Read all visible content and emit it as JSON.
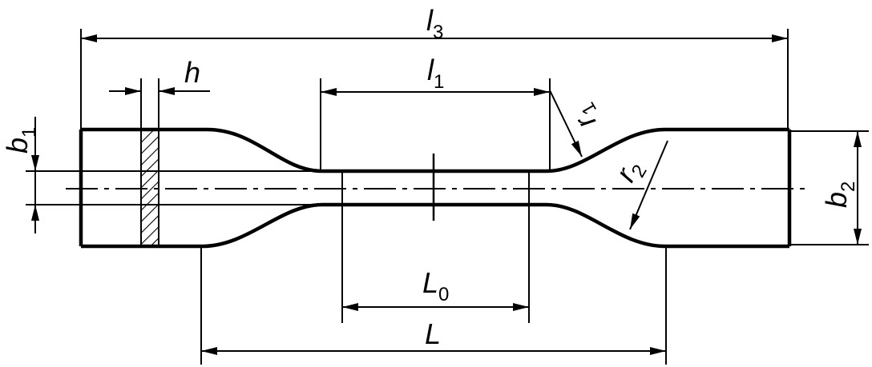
{
  "labels": {
    "l3": {
      "main": "l",
      "sub": "3"
    },
    "l1": {
      "main": "l",
      "sub": "1"
    },
    "h": {
      "main": "h"
    },
    "r1": {
      "main": "r",
      "sub": "1"
    },
    "r2": {
      "main": "r",
      "sub": "2"
    },
    "b1": {
      "main": "b",
      "sub": "1"
    },
    "b2": {
      "main": "b",
      "sub": "2"
    },
    "L0": {
      "main": "L",
      "sub": "0"
    },
    "L": {
      "main": "L"
    }
  },
  "colors": {
    "stroke": "#000000",
    "background": "#ffffff"
  }
}
